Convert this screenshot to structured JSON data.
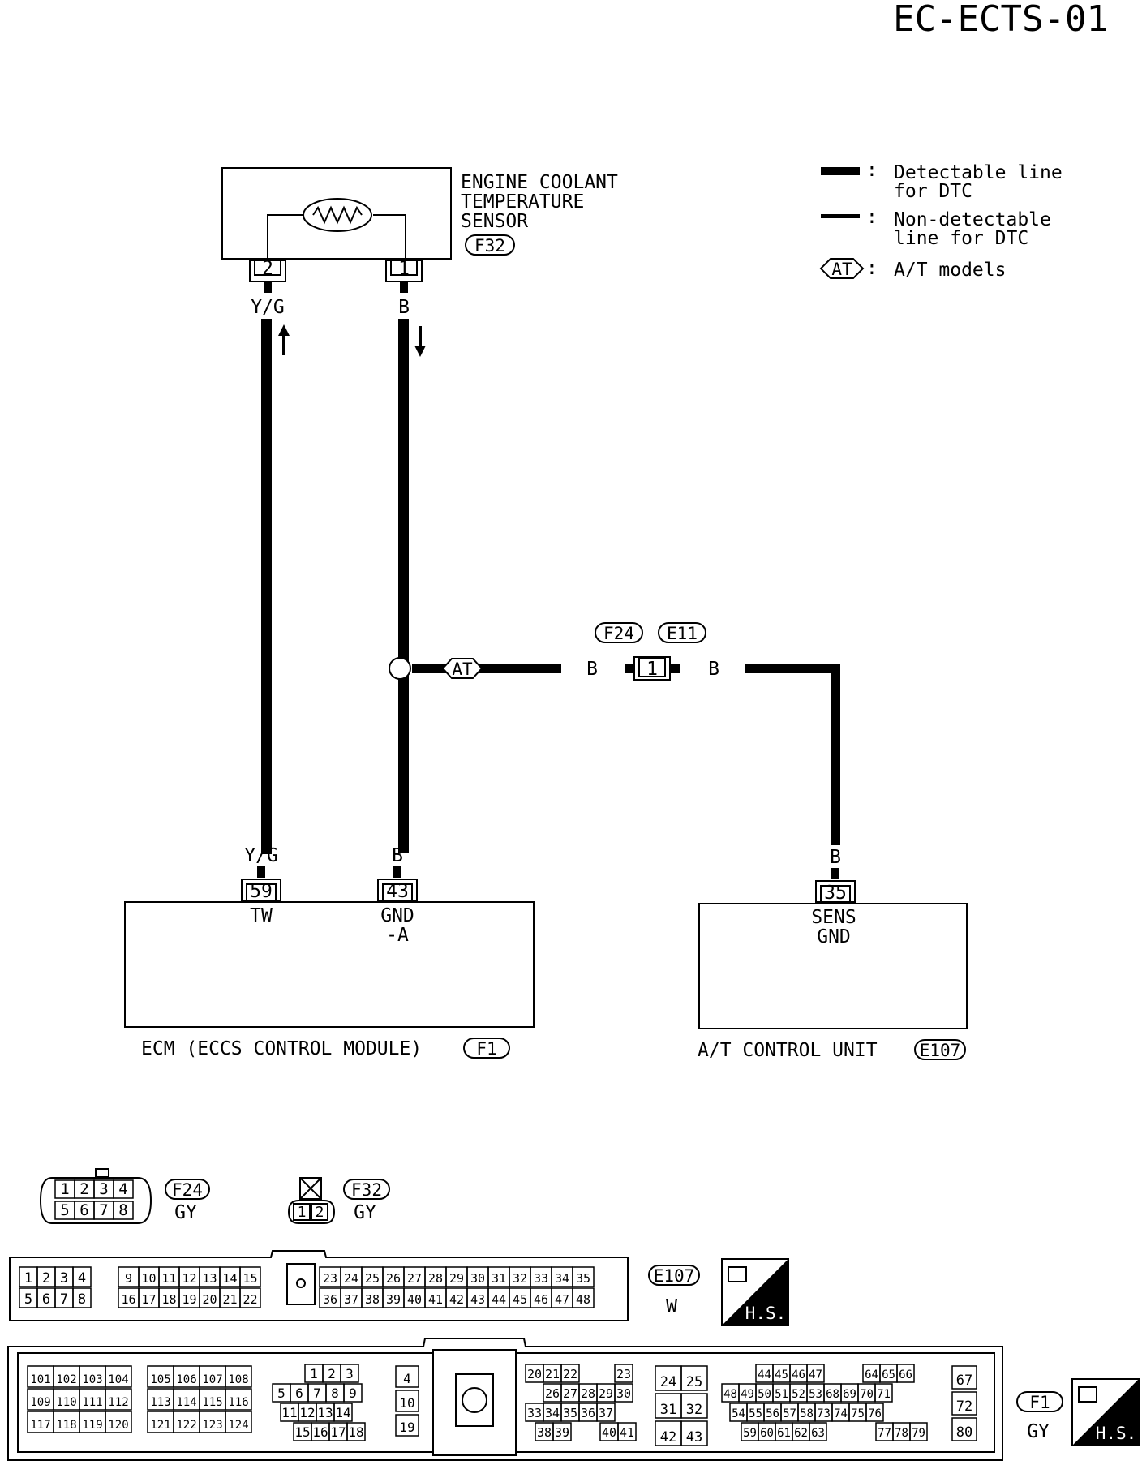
{
  "page_code": "EC-ECTS-01",
  "sensor": {
    "name_lines": [
      "ENGINE COOLANT",
      "TEMPERATURE",
      "SENSOR"
    ],
    "connector": "F32",
    "pins": [
      "2",
      "1"
    ]
  },
  "legend": {
    "detectable": [
      "Detectable line",
      "for DTC"
    ],
    "nondetectable": [
      "Non-detectable",
      "line for DTC"
    ],
    "at_symbol": "AT",
    "at_text": "A/T models"
  },
  "wires": {
    "yg_top": "Y/G",
    "b_top": "B",
    "b_left_of_conn": "B",
    "b_right_of_conn": "B",
    "yg_bottom": "Y/G",
    "b_bottom": "B",
    "b_atcu": "B",
    "at_marker": "AT"
  },
  "junction": {
    "connectors": [
      "F24",
      "E11"
    ],
    "pin": "1"
  },
  "ecm": {
    "label": "ECM (ECCS CONTROL MODULE)",
    "connector": "F1",
    "pin_tw": "59",
    "pin_tw_name": "TW",
    "pin_gnd": "43",
    "pin_gnd_name": [
      "GND",
      "-A"
    ]
  },
  "atcu": {
    "label": "A/T CONTROL UNIT",
    "connector": "E107",
    "pin": "35",
    "pin_name": [
      "SENS",
      "GND"
    ]
  },
  "connector_views": {
    "f24": {
      "id": "F24",
      "color": "GY",
      "rows": [
        [
          "1",
          "2",
          "3",
          "4"
        ],
        [
          "5",
          "6",
          "7",
          "8"
        ]
      ]
    },
    "f32": {
      "id": "F32",
      "color": "GY",
      "pins": [
        "1",
        "2"
      ]
    },
    "e107": {
      "id": "E107",
      "color": "W",
      "row1_left": [
        "1",
        "2",
        "3",
        "4"
      ],
      "row1_mid": [
        "9",
        "10",
        "11",
        "12",
        "13",
        "14",
        "15"
      ],
      "row1_right": [
        "23",
        "24",
        "25",
        "26",
        "27",
        "28",
        "29",
        "30",
        "31",
        "32",
        "33",
        "34",
        "35"
      ],
      "row2_left": [
        "5",
        "6",
        "7",
        "8"
      ],
      "row2_mid": [
        "16",
        "17",
        "18",
        "19",
        "20",
        "21",
        "22"
      ],
      "row2_right": [
        "36",
        "37",
        "38",
        "39",
        "40",
        "41",
        "42",
        "43",
        "44",
        "45",
        "46",
        "47",
        "48"
      ]
    },
    "f1": {
      "id": "F1",
      "color": "GY",
      "g1": [
        [
          "101",
          "102",
          "103",
          "104"
        ],
        [
          "109",
          "110",
          "111",
          "112"
        ],
        [
          "117",
          "118",
          "119",
          "120"
        ]
      ],
      "g2": [
        [
          "105",
          "106",
          "107",
          "108"
        ],
        [
          "113",
          "114",
          "115",
          "116"
        ],
        [
          "121",
          "122",
          "123",
          "124"
        ]
      ],
      "g3": [
        [
          "1",
          "2",
          "3"
        ],
        [
          "5",
          "6",
          "7",
          "8",
          "9"
        ],
        [
          "11",
          "12",
          "13",
          "14"
        ],
        [
          "15",
          "16",
          "17",
          "18"
        ]
      ],
      "g4": [
        "4",
        "10",
        "19"
      ],
      "g5": [
        [
          "20",
          "21",
          "22",
          "23"
        ],
        [
          "26",
          "27",
          "28",
          "29",
          "30"
        ],
        [
          "33",
          "34",
          "35",
          "36",
          "37"
        ],
        [
          "38",
          "39",
          "40",
          "41"
        ]
      ],
      "g6": [
        [
          "24",
          "25"
        ],
        [
          "31",
          "32"
        ],
        [
          "42",
          "43"
        ]
      ],
      "g7": [
        [
          "44",
          "45",
          "46",
          "47",
          "64",
          "65",
          "66"
        ],
        [
          "48",
          "49",
          "50",
          "51",
          "52",
          "53",
          "68",
          "69",
          "70",
          "71"
        ],
        [
          "54",
          "55",
          "56",
          "57",
          "58",
          "73",
          "74",
          "75",
          "76"
        ],
        [
          "59",
          "60",
          "61",
          "62",
          "63",
          "77",
          "78",
          "79"
        ]
      ],
      "g8": [
        "67",
        "72",
        "80"
      ]
    },
    "hs_label": "H.S."
  }
}
